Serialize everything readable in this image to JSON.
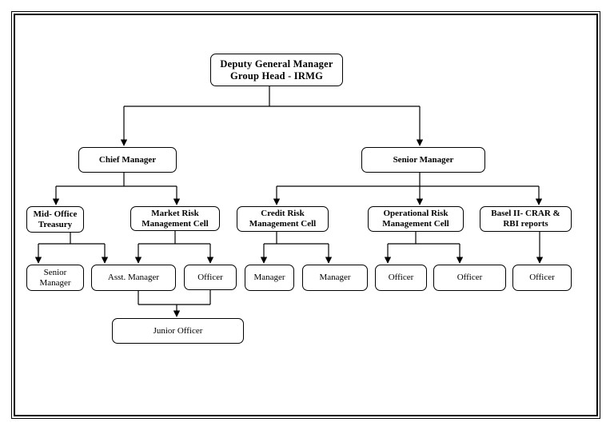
{
  "nodes": {
    "dgm": "Deputy General Manager\nGroup Head - IRMG",
    "chief_manager": "Chief Manager",
    "senior_manager": "Senior Manager",
    "mid_office": "Mid- Office\nTreasury",
    "market_risk": "Market Risk\nManagement Cell",
    "credit_risk": "Credit Risk\nManagement Cell",
    "operational_risk": "Operational Risk\nManagement Cell",
    "basel": "Basel II- CRAR &\nRBI  reports",
    "mo_senior_manager": "Senior\nManager",
    "asst_manager": "Asst. Manager",
    "mr_officer": "Officer",
    "junior_officer": "Junior Officer",
    "cr_manager_1": "Manager",
    "cr_manager_2": "Manager",
    "or_officer_1": "Officer",
    "or_officer_2": "Officer",
    "basel_officer": "Officer"
  }
}
